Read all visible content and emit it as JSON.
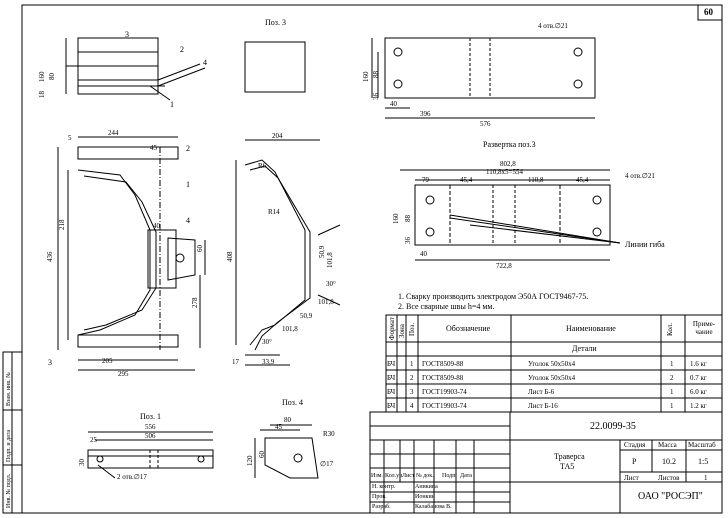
{
  "sheet_number": "60",
  "views": {
    "pos3_title": "Поз. 3",
    "pos1_title": "Поз. 1",
    "pos4_title": "Поз. 4",
    "razv_title": "Развертка поз.3"
  },
  "dims": {
    "top_view": [
      "160",
      "80",
      "18",
      "3",
      "2",
      "4",
      "1"
    ],
    "pos3_side": [
      "4 отв.∅21",
      "160",
      "88",
      "36",
      "40",
      "396",
      "576"
    ],
    "main": [
      "244",
      "5",
      "45",
      "2",
      "1",
      "218",
      "436",
      "40",
      "4",
      "60",
      "278",
      "205",
      "295",
      "3"
    ],
    "side2": [
      "204",
      "R6",
      "R14",
      "50,9",
      "101,8",
      "30°",
      "101,8",
      "50,9",
      "101,8",
      "30°",
      "17",
      "33,9",
      "408"
    ],
    "razv": [
      "802,8",
      "110,8x5=554",
      "79",
      "45,4",
      "110,8",
      "45,4",
      "4 отв.∅21",
      "160",
      "88",
      "36",
      "40",
      "722,8",
      "Линии гиба"
    ],
    "pos1": [
      "556",
      "506",
      "25",
      "30",
      "2 отв.∅17"
    ],
    "pos4": [
      "80",
      "45",
      "R30",
      "120",
      "60",
      "∅17"
    ]
  },
  "notes": [
    "1. Сварку производить электродом Э50А ГОСТ9467-75.",
    "2. Все сварные швы h=4 мм."
  ],
  "spec": {
    "headers": [
      "Формат",
      "Зона",
      "Поз.",
      "Обозначение",
      "Наименование",
      "Кол.",
      "Приме-чание"
    ],
    "section": "Детали",
    "rows": [
      [
        "БЧ",
        "",
        "1",
        "ГОСТ8509-88",
        "Уголок 50х50х4",
        "1",
        "1.6 кг"
      ],
      [
        "БЧ",
        "",
        "2",
        "ГОСТ8509-88",
        "Уголок 50х50х4",
        "2",
        "0.7 кг"
      ],
      [
        "БЧ",
        "",
        "3",
        "ГОСТ19903-74",
        "Лист Б-6",
        "1",
        "6.0 кг"
      ],
      [
        "БЧ",
        "",
        "4",
        "ГОСТ19903-74",
        "Лист Б-16",
        "1",
        "1.2 кг"
      ]
    ]
  },
  "title_block": {
    "doc_number": "22.0099-35",
    "name_line1": "Траверса",
    "name_line2": "ТА5",
    "stage_label": "Стадия",
    "mass_label": "Масса",
    "scale_label": "Масштаб",
    "stage": "Р",
    "mass": "10.2",
    "scale": "1:5",
    "sheet_label": "Лист",
    "sheets_label": "Листов",
    "sheets": "1",
    "org": "ОАО \"РОСЭП\"",
    "cols": [
      "Изм.",
      "Кол.уч",
      "Лист",
      "№ док.",
      "Подп.",
      "Дата"
    ],
    "people": [
      {
        "role": "Н. контр.",
        "name": "Аникина"
      },
      {
        "role": "Пров.",
        "name": "Ионкин"
      },
      {
        "role": "Разраб.",
        "name": "Калабанова В."
      }
    ]
  },
  "side_stamp": [
    "Инв. № подл.",
    "Подп. и дата",
    "Взам. инв. №"
  ]
}
